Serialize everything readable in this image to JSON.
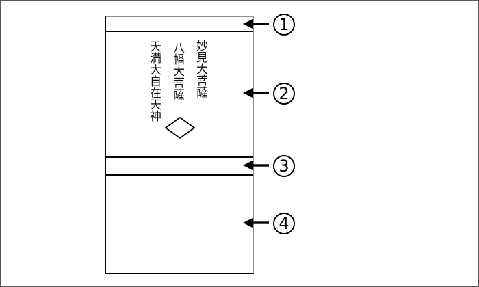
{
  "figure": {
    "inscription": {
      "columns": [
        "妙見大菩薩",
        "八幡大菩薩",
        "天満大自在天神"
      ]
    },
    "callouts": [
      {
        "label": "1"
      },
      {
        "label": "2"
      },
      {
        "label": "3"
      },
      {
        "label": "4"
      }
    ],
    "icons": {
      "diamond_icon": "◇",
      "left_arrow_icon": "←"
    },
    "colors": {
      "line": "#000000",
      "frame_gray": "#8f8f8f",
      "canvas_border": "#58585a",
      "background": "#ffffff"
    }
  }
}
